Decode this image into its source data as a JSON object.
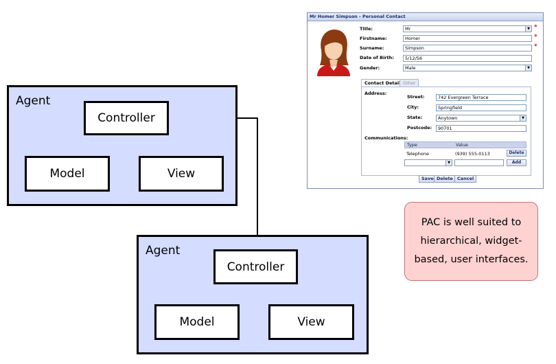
{
  "diagram": {
    "agent_top": {
      "title": "Agent",
      "controller": "Controller",
      "model": "Model",
      "view": "View"
    },
    "agent_bottom": {
      "title": "Agent",
      "controller": "Controller",
      "model": "Model",
      "view": "View"
    },
    "colors": {
      "agent_fill": "#d4dcff",
      "border": "#000000",
      "node_fill": "#ffffff"
    }
  },
  "form": {
    "window_title": "Mr Homer Simpson - Personal Contact",
    "avatar_icon": "user-avatar-icon",
    "fields": {
      "title_label": "Title:",
      "title_value": "Mr",
      "firstname_label": "Firstname:",
      "firstname_value": "Homer",
      "surname_label": "Surname:",
      "surname_value": "Simpson",
      "dob_label": "Date of Birth:",
      "dob_value": "5/12/56",
      "gender_label": "Gender:",
      "gender_value": "Male",
      "required_mark": "*"
    },
    "tabs": [
      "Contact Details",
      "Other"
    ],
    "contact": {
      "address_label": "Address:",
      "street_label": "Street:",
      "street_value": "742 Evergreen Terrace",
      "city_label": "City:",
      "city_value": "Springfield",
      "state_label": "State:",
      "state_value": "Anytown",
      "postcode_label": "Postcode:",
      "postcode_value": "90701",
      "communications_label": "Communications:",
      "comm_headers": [
        "Type",
        "Value"
      ],
      "comm_rows": [
        {
          "type": "Telephone",
          "value": "(939) 555-0113",
          "action": "Delete"
        }
      ],
      "add_label": "Add"
    },
    "buttons": {
      "save": "Save",
      "delete": "Delete",
      "cancel": "Cancel"
    },
    "accent_color": "#1a2d6b",
    "required_color": "#d02020"
  },
  "note": {
    "text": "PAC is well suited to hierarchical, widget-based, user interfaces.",
    "fill_color": "#ffd2d2"
  }
}
